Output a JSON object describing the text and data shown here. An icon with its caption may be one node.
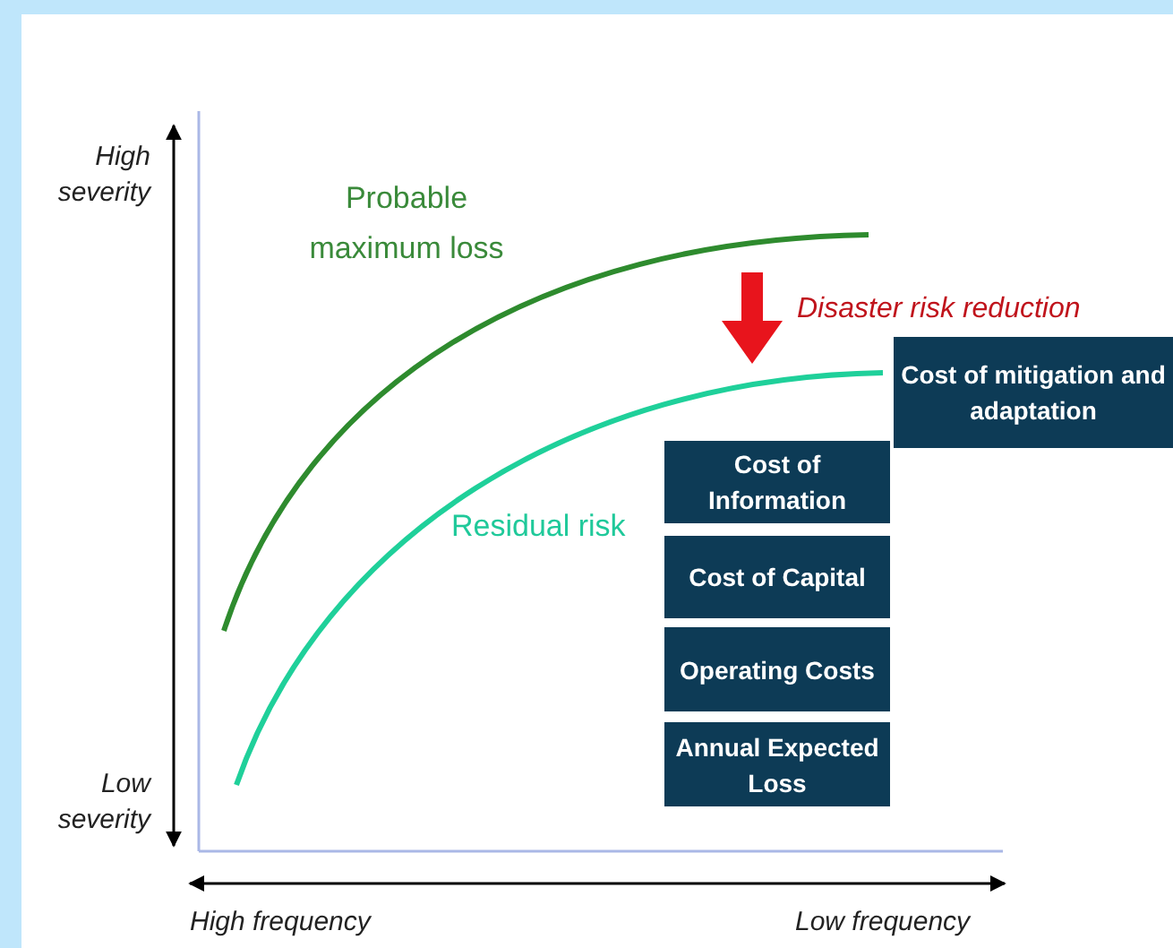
{
  "diagram": {
    "nodes": [
      {
        "text": [
          "Cost of mitigation and adaptation"
        ]
      },
      {
        "text": [
          "Cost of Information"
        ]
      },
      {
        "text": [
          "Cost of Capital"
        ]
      },
      {
        "text": [
          "Operating Costs"
        ]
      },
      {
        "text": [
          "Annual Expected Loss"
        ]
      }
    ],
    "labels": [
      "High severity",
      "Probable maximum loss",
      "Disaster risk reduction",
      "Residual risk",
      "Low severity",
      "High frequency",
      "Low frequency"
    ]
  }
}
